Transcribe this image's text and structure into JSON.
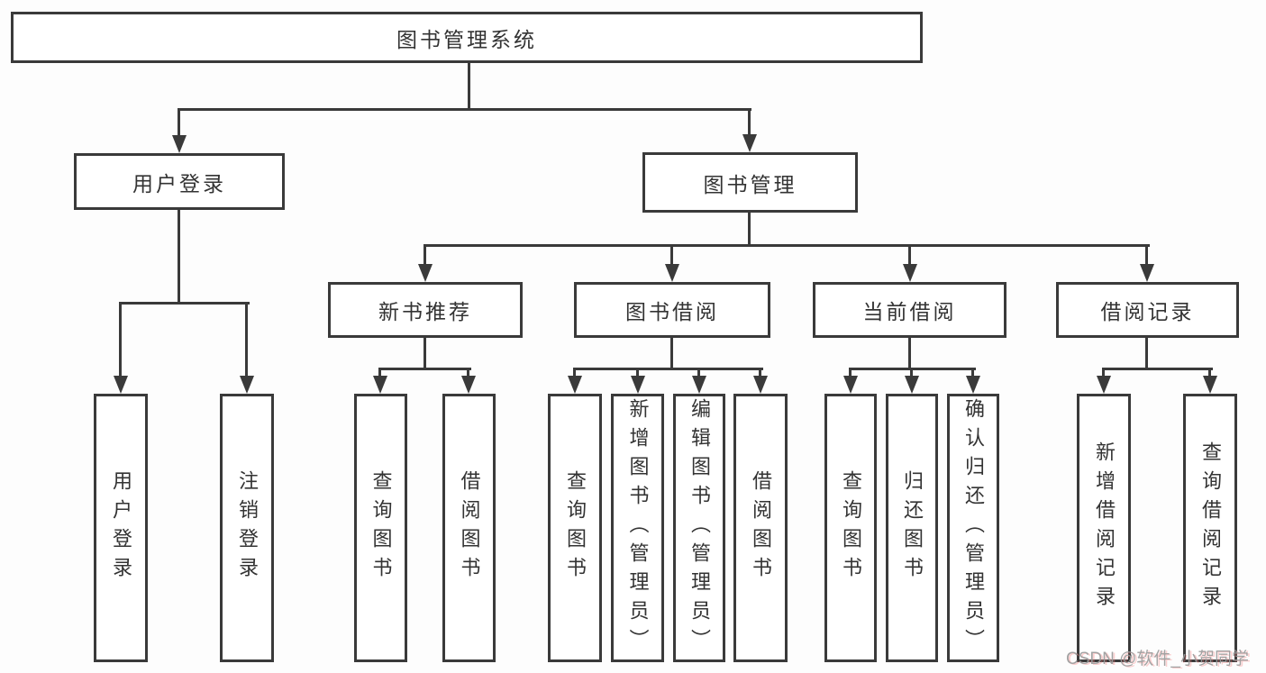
{
  "diagram_type": "hierarchy-tree",
  "tree": {
    "label": "图书管理系统",
    "children": [
      {
        "label": "用户登录",
        "children": [
          {
            "label": "用户登录"
          },
          {
            "label": "注销登录"
          }
        ]
      },
      {
        "label": "图书管理",
        "children": [
          {
            "label": "新书推荐",
            "children": [
              {
                "label": "查询图书"
              },
              {
                "label": "借阅图书"
              }
            ]
          },
          {
            "label": "图书借阅",
            "children": [
              {
                "label": "查询图书"
              },
              {
                "label": "新增图书（管理员）"
              },
              {
                "label": "编辑图书（管理员）"
              },
              {
                "label": "借阅图书"
              }
            ]
          },
          {
            "label": "当前借阅",
            "children": [
              {
                "label": "查询图书"
              },
              {
                "label": "归还图书"
              },
              {
                "label": "确认归还（管理员）"
              }
            ]
          },
          {
            "label": "借阅记录",
            "children": [
              {
                "label": "新增借阅记录"
              },
              {
                "label": "查询借阅记录"
              }
            ]
          }
        ]
      }
    ]
  },
  "watermark": {
    "text": "CSDN @软件_小贺同学"
  },
  "colors": {
    "line": "#3a3a3a",
    "text": "#333333",
    "box_background": "#ffffff",
    "page_background": "#fdfdfd",
    "watermark": "#9b9b9b"
  }
}
